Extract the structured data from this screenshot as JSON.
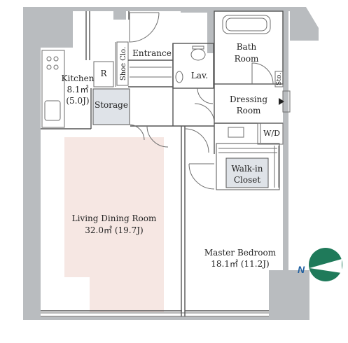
{
  "plan": {
    "rooms": {
      "kitchen": {
        "name": "Kitchen",
        "area": "8.1㎡",
        "tatami": "(5.0J)"
      },
      "living": {
        "name": "Living Dining Room",
        "area_line": "32.0㎡  (19.7J)"
      },
      "master": {
        "name": "Master Bedroom",
        "area_line": "18.1㎡  (11.2J)"
      },
      "entrance": "Entrance",
      "bath": {
        "line1": "Bath",
        "line2": "Room"
      },
      "lav": "Lav.",
      "dressing": {
        "line1": "Dressing",
        "line2": "Room"
      },
      "walkin": {
        "line1": "Walk-in",
        "line2": "Closet"
      },
      "storage": "Storage",
      "shoe_closet": "Shoe Clo.",
      "refrigerator": "R",
      "washer_dryer": "W/D",
      "stor_small": "Sto."
    },
    "compass": {
      "label": "N"
    },
    "colors": {
      "wall": "#b9bcbf",
      "living_floor": "#f6e7e3",
      "storage_fill": "#dfe3e8",
      "compass": "#1f7a5a"
    }
  }
}
